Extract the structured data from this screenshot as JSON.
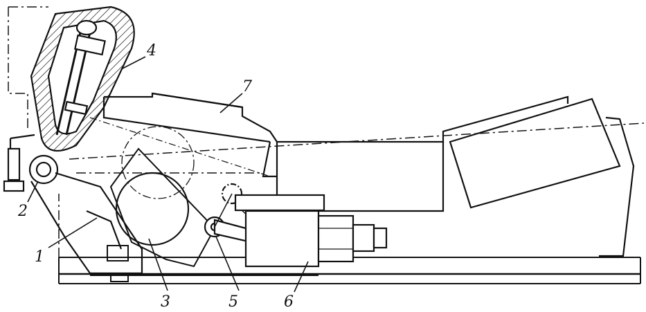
{
  "figure": {
    "callouts": [
      {
        "id": "1",
        "label": "1"
      },
      {
        "id": "2",
        "label": "2"
      },
      {
        "id": "3",
        "label": "3"
      },
      {
        "id": "4",
        "label": "4"
      },
      {
        "id": "5",
        "label": "5"
      },
      {
        "id": "6",
        "label": "6"
      },
      {
        "id": "7",
        "label": "7"
      }
    ]
  },
  "style": {
    "ink": "#111111",
    "paper": "#ffffff"
  }
}
